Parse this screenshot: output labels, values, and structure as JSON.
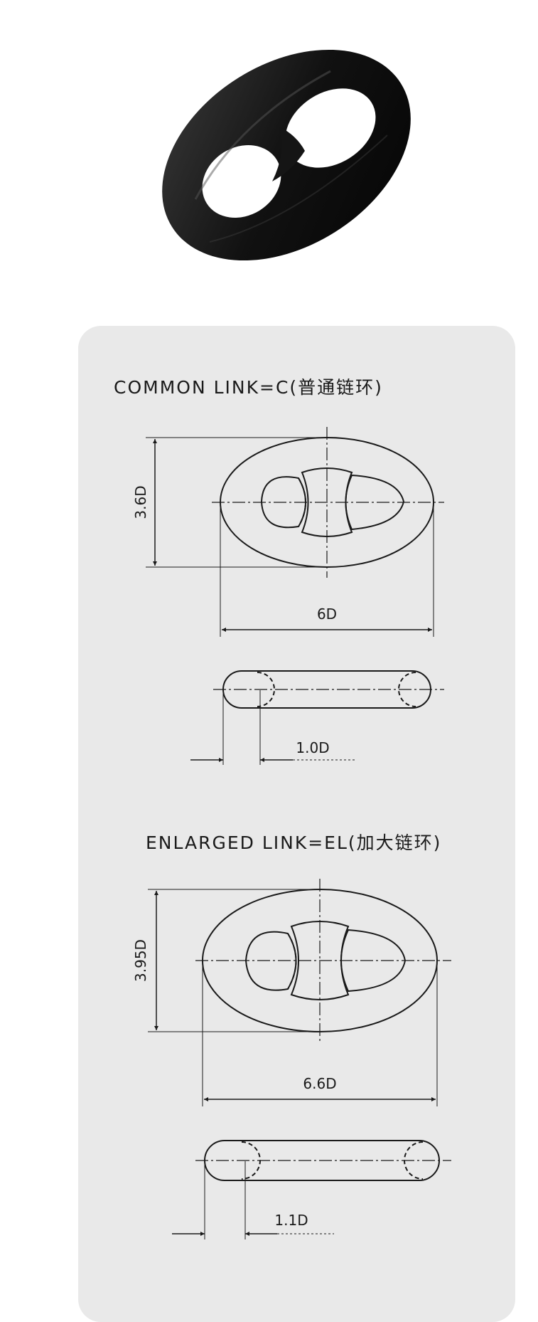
{
  "common_link": {
    "title": "COMMON LINK=C(普通链环)",
    "height_label": "3.6D",
    "length_label": "6D",
    "thickness_label": "1.0D"
  },
  "enlarged_link": {
    "title": "ENLARGED LINK=EL(加大链环)",
    "height_label": "3.95D",
    "length_label": "6.6D",
    "thickness_label": "1.1D"
  },
  "colors": {
    "panel_background": "#e9e9e9",
    "link_photo": "#141414",
    "line": "#1a1a1a"
  }
}
